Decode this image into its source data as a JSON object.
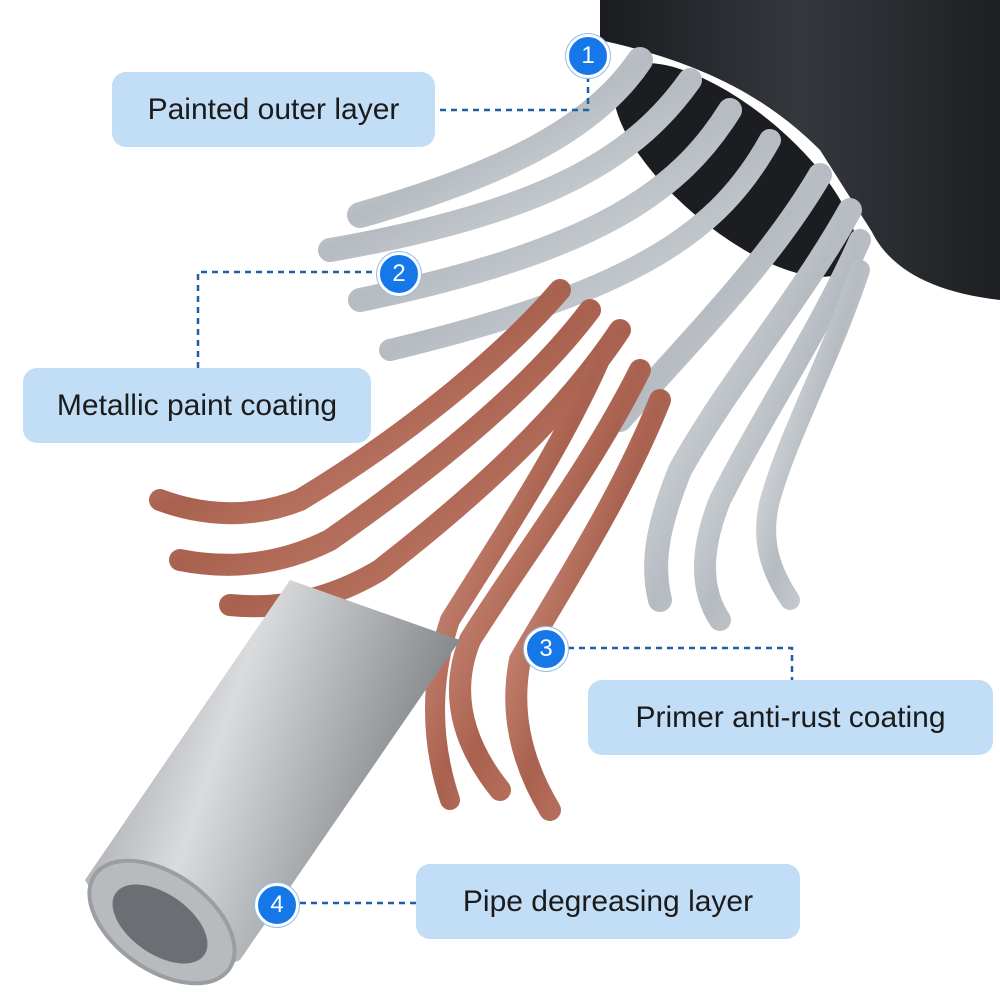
{
  "callouts": [
    {
      "number": "1",
      "label": "Painted outer layer"
    },
    {
      "number": "2",
      "label": "Metallic paint coating"
    },
    {
      "number": "3",
      "label": "Primer anti-rust coating"
    },
    {
      "number": "4",
      "label": "Pipe degreasing layer"
    }
  ],
  "colors": {
    "label_bg": "#c2ddf6",
    "badge": "#1677e8",
    "leader_line": "#1f5fa3",
    "outer_jacket": "#2a2d31",
    "silver_strands": "#c9ced3",
    "copper_strands": "#c27c69",
    "pipe": "#a3a6aa"
  }
}
